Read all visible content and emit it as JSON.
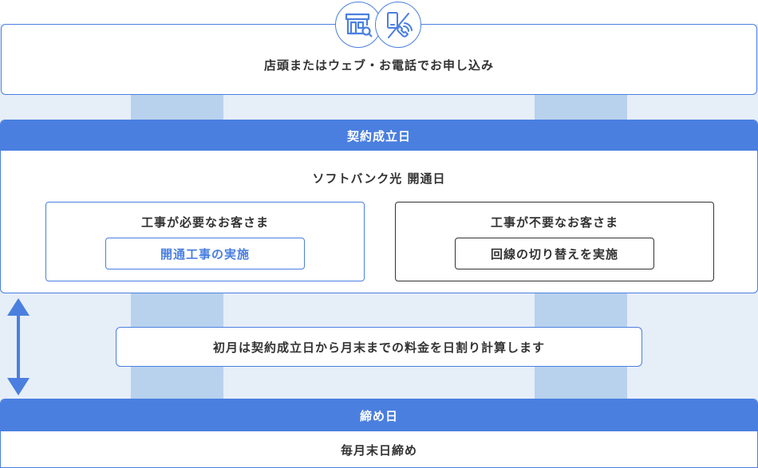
{
  "apply": {
    "label": "店頭またはウェブ・お電話でお申し込み"
  },
  "contract": {
    "header": "契約成立日",
    "subtitle": "ソフトバンク光 開通日",
    "left_box": {
      "title": "工事が必要なお客さま",
      "action": "開通工事の実施"
    },
    "right_box": {
      "title": "工事が不要なお客さま",
      "action": "回線の切り替えを実施"
    }
  },
  "billing_note": "初月は契約成立日から月末までの料金を日割り計算します",
  "closing": {
    "header": "締め日",
    "body": "毎月末日締め"
  },
  "icons": [
    "store-search-icon",
    "mobile-phone-icon"
  ],
  "colors": {
    "accent": "#4a7fe0",
    "background": "#e6eef8",
    "column": "#b8d2ee",
    "dark_border": "#333333"
  }
}
